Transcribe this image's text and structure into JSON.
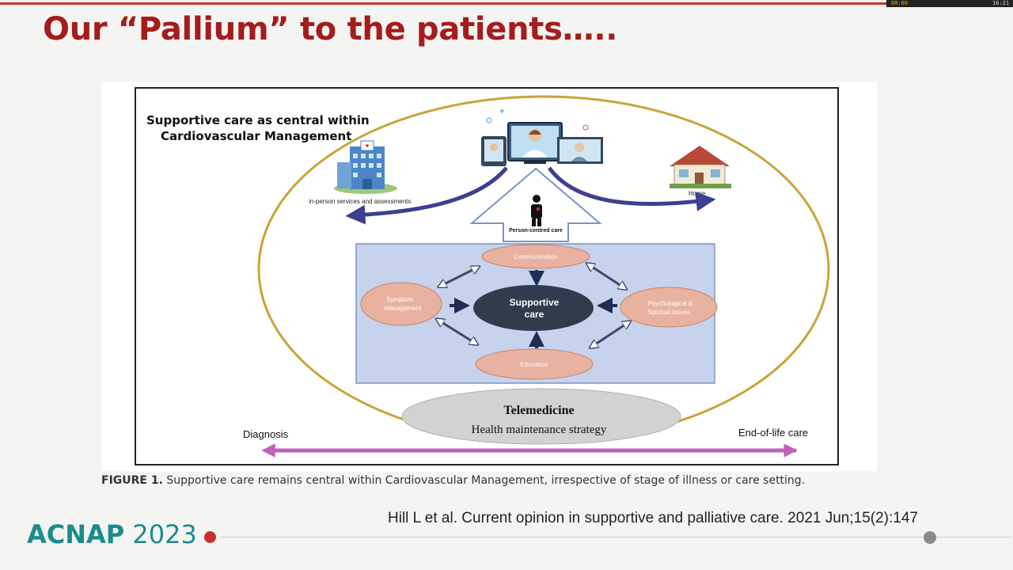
{
  "topbar": {
    "elapsed": "00:00",
    "total": "16:21"
  },
  "slide": {
    "title": "Our “Pallium” to the patients….."
  },
  "figure": {
    "heading_line1": "Supportive care as central within",
    "heading_line2": "Cardiovascular Management",
    "hospital_label": "in-person services and assessments",
    "home_label": "Home",
    "person_label": "Person-centred care",
    "center_line1": "Supportive",
    "center_line2": "care",
    "communication": "Communication",
    "education": "Education",
    "symptom_line1": "Symptom",
    "symptom_line2": "management",
    "psych_line1": "Psychological &",
    "psych_line2": "Spiritual issues",
    "telemedicine": "Telemedicine",
    "health_strategy": "Health maintenance strategy",
    "diagnosis": "Diagnosis",
    "end_of_life": "End-of-life care",
    "caption_bold": "FIGURE 1.",
    "caption_text": " Supportive care remains central within Cardiovascular Management, irrespective of stage of illness or care setting."
  },
  "citation": "Hill L et al. Current opinion in supportive and palliative care. 2021 Jun;15(2):147",
  "logo": {
    "name": "ACNAP",
    "year": "2023"
  },
  "colors": {
    "title": "#a51c1c",
    "accent": "#c9302c",
    "logo": "#1a8c8c",
    "ellipse": "#c8a43a",
    "salmon": "#e8b1a0",
    "dark_node": "#2e3c4e",
    "timeline": "#c060b8"
  }
}
